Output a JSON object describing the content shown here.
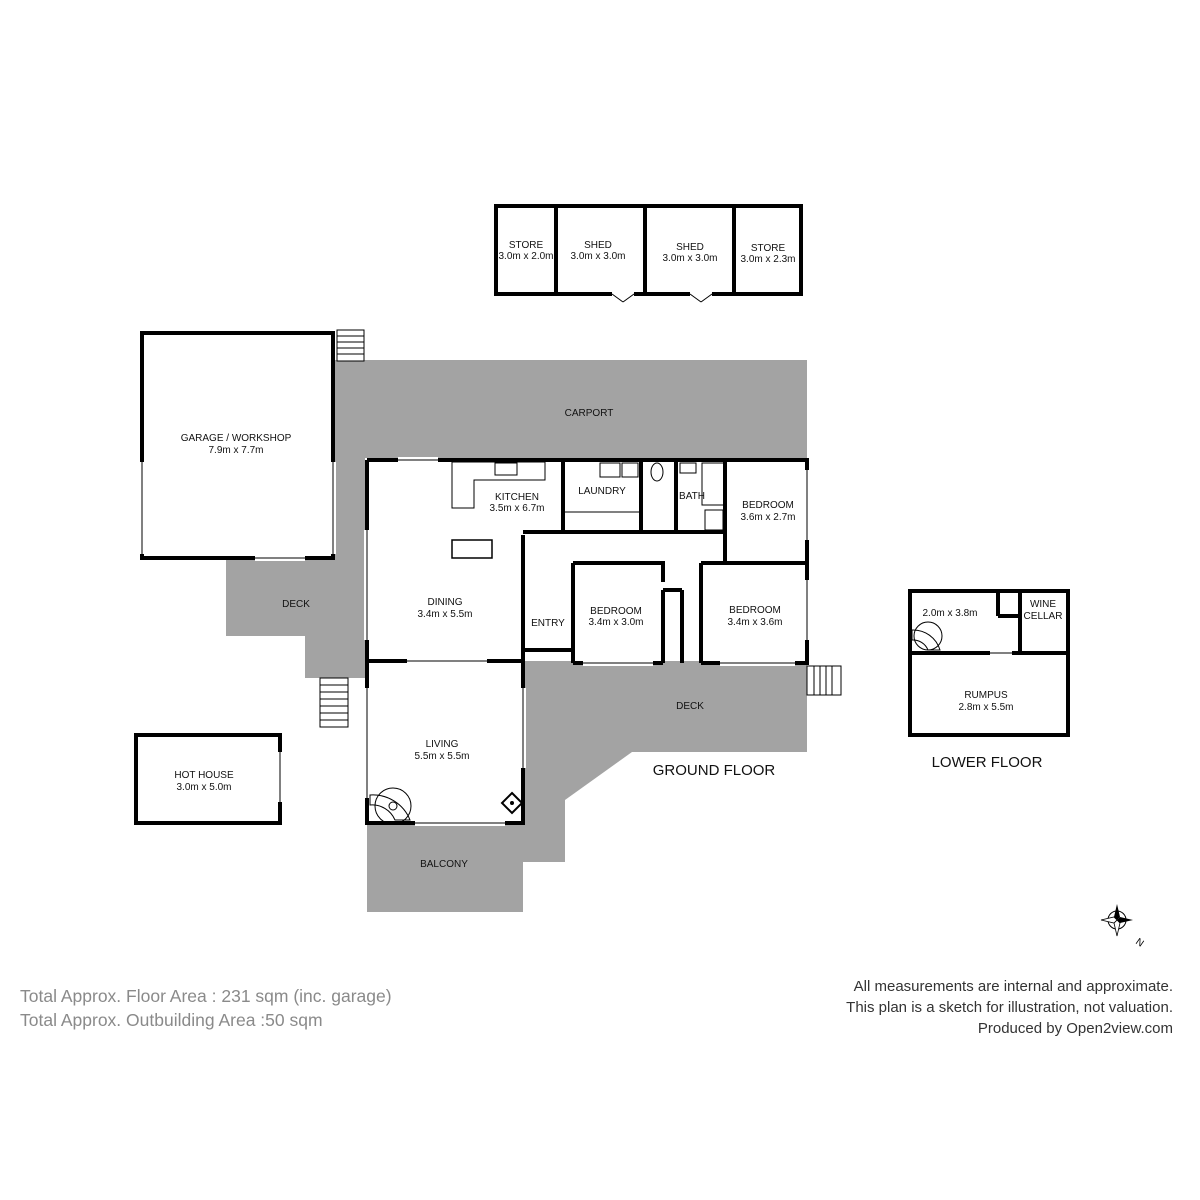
{
  "outbuildings": {
    "store1": {
      "name": "STORE",
      "size": "3.0m x 2.0m"
    },
    "shed1": {
      "name": "SHED",
      "size": "3.0m x 3.0m"
    },
    "shed2": {
      "name": "SHED",
      "size": "3.0m x 3.0m"
    },
    "store2": {
      "name": "STORE",
      "size": "3.0m x 2.3m"
    },
    "hothouse": {
      "name": "HOT HOUSE",
      "size": "3.0m x 5.0m"
    }
  },
  "ground_floor": {
    "label": "GROUND FLOOR",
    "garage": {
      "name": "GARAGE / WORKSHOP",
      "size": "7.9m x 7.7m"
    },
    "carport": {
      "name": "CARPORT"
    },
    "deck_left": {
      "name": "DECK"
    },
    "kitchen": {
      "name": "KITCHEN",
      "size": "3.5m x 6.7m"
    },
    "laundry": {
      "name": "LAUNDRY"
    },
    "bath": {
      "name": "BATH"
    },
    "bedroom1": {
      "name": "BEDROOM",
      "size": "3.6m x 2.7m"
    },
    "dining": {
      "name": "DINING",
      "size": "3.4m x 5.5m"
    },
    "entry": {
      "name": "ENTRY"
    },
    "bedroom2": {
      "name": "BEDROOM",
      "size": "3.4m x 3.0m"
    },
    "bedroom3": {
      "name": "BEDROOM",
      "size": "3.4m x 3.6m"
    },
    "deck_main": {
      "name": "DECK"
    },
    "living": {
      "name": "LIVING",
      "size": "5.5m x 5.5m"
    },
    "balcony": {
      "name": "BALCONY"
    }
  },
  "lower_floor": {
    "label": "LOWER FLOOR",
    "room": {
      "size": "2.0m x 3.8m"
    },
    "wine": {
      "line1": "WINE",
      "line2": "CELLAR"
    },
    "rumpus": {
      "name": "RUMPUS",
      "size": "2.8m x 5.5m"
    }
  },
  "compass": {
    "letter": "N"
  },
  "footer": {
    "area_total": "Total Approx. Floor Area : 231 sqm (inc. garage)",
    "area_outbuilding": "Total Approx. Outbuilding Area :50 sqm",
    "disclaimer1": "All measurements are internal and approximate.",
    "disclaimer2": "This plan is a sketch for illustration, not valuation.",
    "produced_by": "Produced by Open2view.com"
  }
}
